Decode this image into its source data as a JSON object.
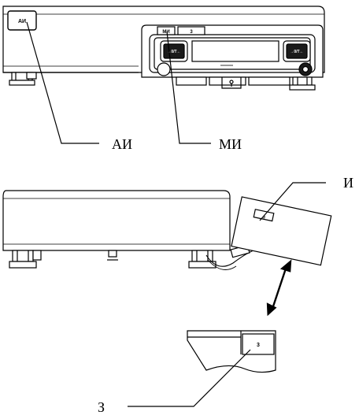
{
  "top_view": {
    "plate_ai": "АИ",
    "plate_mi": "МИ",
    "plate_right": "3",
    "key_left": "→0/T←",
    "key_right": "→0/T←"
  },
  "callouts": {
    "ai": "АИ",
    "mi": "МИ",
    "i": "И",
    "z": "З"
  },
  "detail": {
    "plate": "3"
  }
}
